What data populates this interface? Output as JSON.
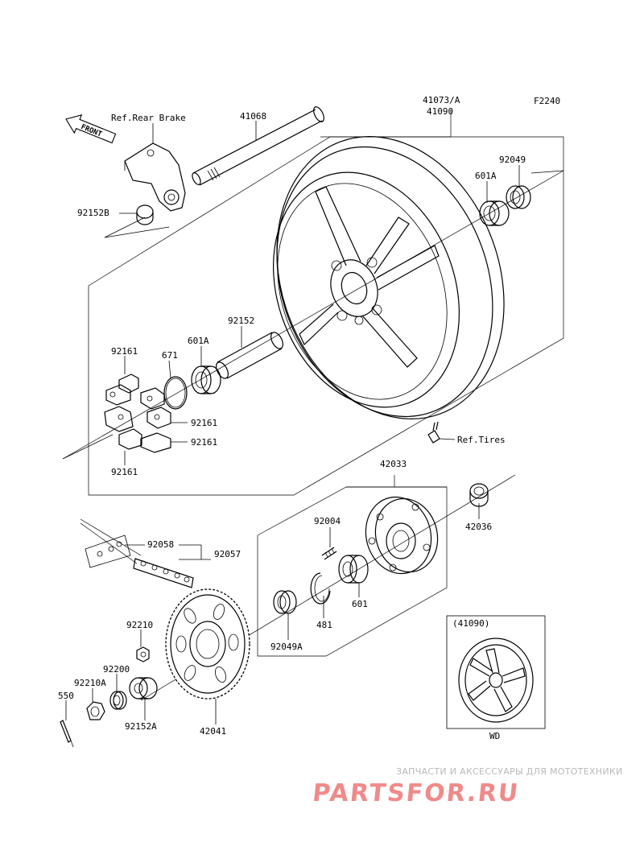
{
  "diagram": {
    "code": "F2240",
    "front_arrow": "FRONT",
    "refs": {
      "rear_brake": "Ref.Rear Brake",
      "tires": "Ref.Tires"
    },
    "parts": {
      "axle": "41068",
      "wheel_a": "41073/A",
      "wheel_b": "41090",
      "seal_right": "92049",
      "bearing_right": "601A",
      "collar_b": "92152B",
      "collar_center": "92152",
      "bearing_left": "601A",
      "oring": "671",
      "damper_top": "92161",
      "damper_mid": "92161",
      "damper_low": "92161",
      "damper_bottom": "92161",
      "coupling": "42033",
      "collar_coupling": "42036",
      "stud": "92004",
      "chain_joint": "92058",
      "chain": "92057",
      "circlip": "481",
      "bearing_coupling": "601",
      "seal_coupling": "92049A",
      "nut": "92210",
      "washer": "92200",
      "axle_nut": "92210A",
      "cotter_pin": "550",
      "collar_left": "92152A",
      "sprocket": "42041"
    },
    "inset": {
      "label": "(41090)",
      "caption": "WD"
    }
  },
  "watermark": {
    "tagline": "ЗАПЧАСТИ И АКСЕССУАРЫ ДЛЯ МОТОТЕХНИКИ",
    "brand": "PARTSFOR.RU"
  }
}
